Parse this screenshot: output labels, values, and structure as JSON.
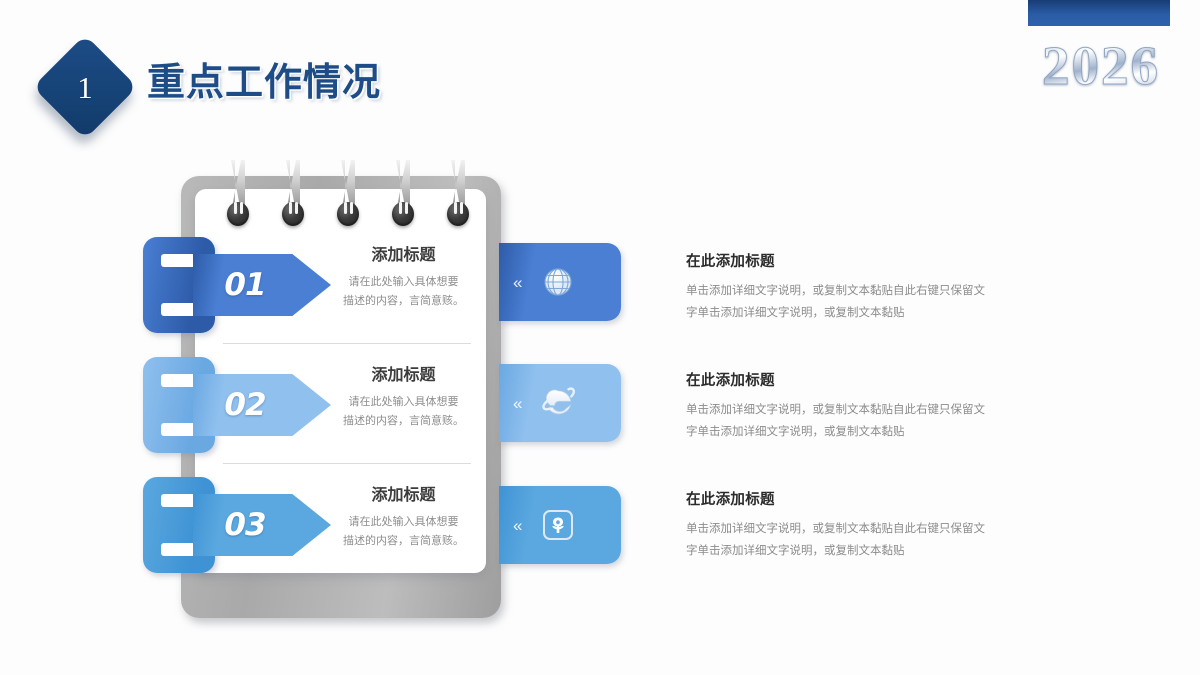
{
  "header": {
    "badge_number": "1",
    "title": "重点工作情况",
    "year": "2026"
  },
  "colors": {
    "brand_dark_blue": "#1d4c86",
    "top_bar": "#2a5ca6",
    "row1_blue": "#4a7fd4",
    "row2_blue": "#8fc0ee",
    "row3_blue": "#5ba8e0",
    "notepad_gray": "#aeaeae",
    "body_text_gray": "#8c8c8c"
  },
  "notepad": {
    "ring_count": 5,
    "rows": [
      {
        "number": "01",
        "title": "添加标题",
        "desc_line1": "请在此处输入具体想要",
        "desc_line2": "描述的内容，言简意赅。",
        "accent": "#4a7fd4",
        "accent_dark": "#2d5ba8",
        "icon": "globe-icon",
        "chevron": "«"
      },
      {
        "number": "02",
        "title": "添加标题",
        "desc_line1": "请在此处输入具体想要",
        "desc_line2": "描述的内容，言简意赅。",
        "accent": "#8fc0ee",
        "accent_dark": "#6aa8e2",
        "icon": "internet-explorer-icon",
        "chevron": "«"
      },
      {
        "number": "03",
        "title": "添加标题",
        "desc_line1": "请在此处输入具体想要",
        "desc_line2": "描述的内容，言简意赅。",
        "accent": "#5ba8e0",
        "accent_dark": "#3f93d4",
        "icon": "photo-gallery-icon",
        "chevron": "«"
      }
    ]
  },
  "details": [
    {
      "title": "在此添加标题",
      "line1": "单击添加详细文字说明，或复制文本黏贴自此右键只保留文",
      "line2": "字单击添加详细文字说明，或复制文本黏贴"
    },
    {
      "title": "在此添加标题",
      "line1": "单击添加详细文字说明，或复制文本黏贴自此右键只保留文",
      "line2": "字单击添加详细文字说明，或复制文本黏贴"
    },
    {
      "title": "在此添加标题",
      "line1": "单击添加详细文字说明，或复制文本黏贴自此右键只保留文",
      "line2": "字单击添加详细文字说明，或复制文本黏贴"
    }
  ]
}
